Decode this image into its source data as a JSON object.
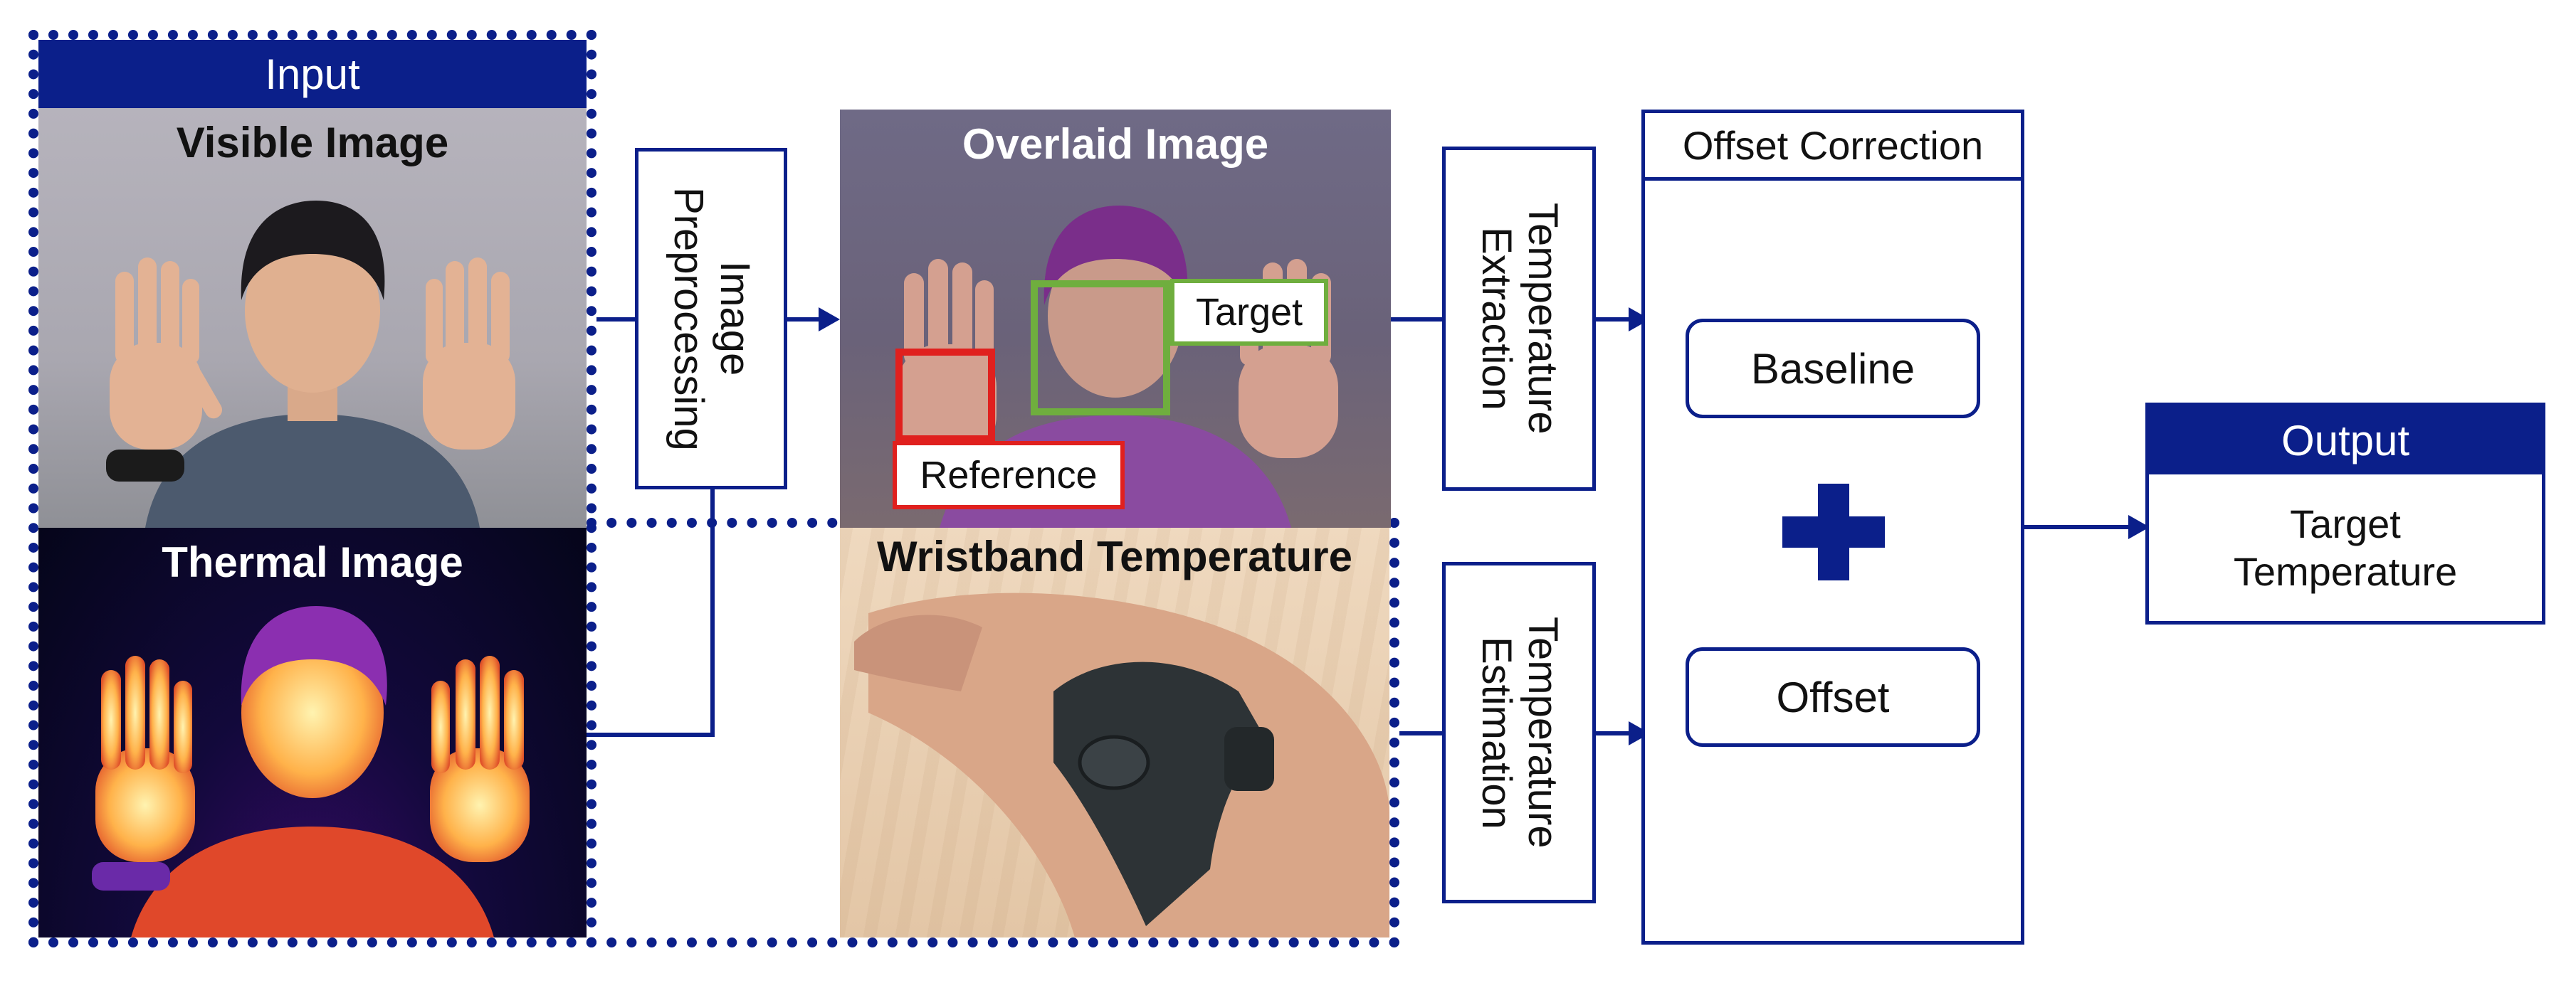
{
  "input": {
    "header": "Input"
  },
  "visible_image": {
    "title": "Visible Image"
  },
  "thermal_image": {
    "title": "Thermal Image"
  },
  "preprocessing": {
    "label": "Image Preprocessing"
  },
  "overlaid_image": {
    "title": "Overlaid Image",
    "target_label": "Target",
    "reference_label": "Reference"
  },
  "wristband": {
    "title": "Wristband Temperature"
  },
  "temperature_extraction": {
    "label": "Temperature Extraction"
  },
  "temperature_estimation": {
    "label": "Temperature Estimation"
  },
  "offset_correction": {
    "title": "Offset Correction",
    "baseline": "Baseline",
    "offset": "Offset"
  },
  "output": {
    "header": "Output",
    "line1": "Target",
    "line2": "Temperature"
  },
  "colors": {
    "navy": "#0b1f8a",
    "target_green": "#6fae3e",
    "reference_red": "#e0201e"
  }
}
